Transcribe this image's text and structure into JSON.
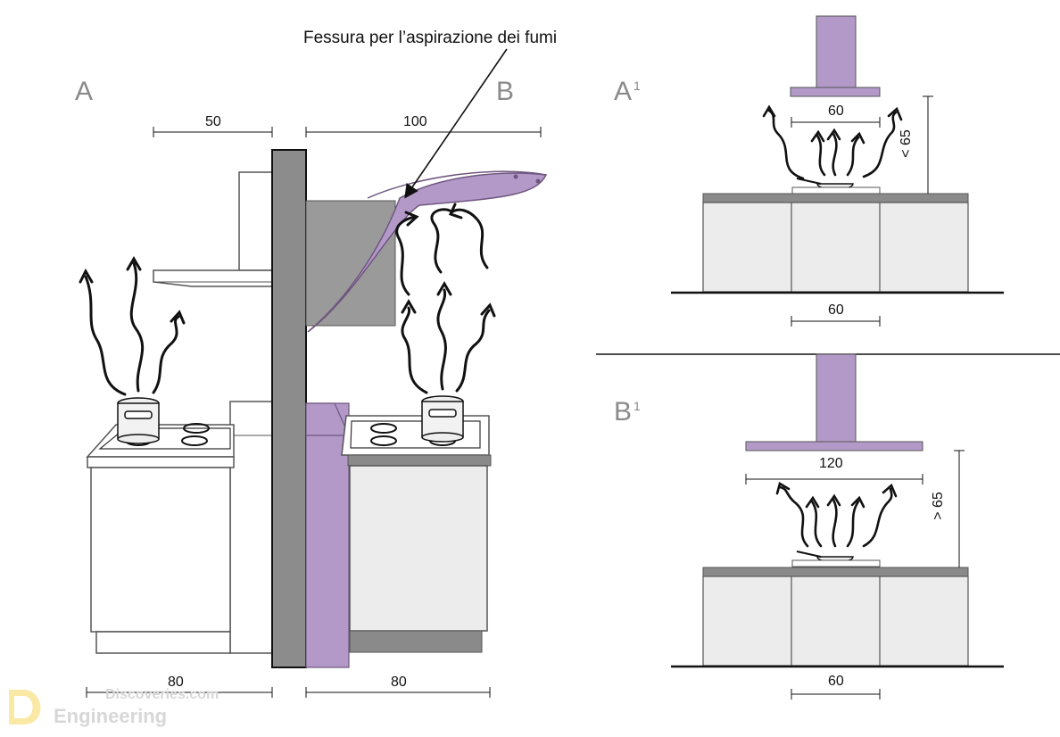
{
  "callout": "Fessura per l’aspirazione dei fumi",
  "sections": {
    "a": "A",
    "b": "B",
    "a1": "A",
    "a1_sup": "1",
    "b1": "B",
    "b1_sup": "1"
  },
  "dimensions": {
    "a_hood_depth": "50",
    "b_hood_depth": "100",
    "a_base_depth": "80",
    "b_base_depth": "80",
    "a1_hood_width": "60",
    "a1_height": "< 65",
    "a1_base_width": "60",
    "b1_hood_width": "120",
    "b1_height": "> 65",
    "b1_base_width": "60"
  },
  "watermark": {
    "line1": "Discoveries.com",
    "line2": "Engineering"
  },
  "colors": {
    "accent": "#b399c8",
    "accent_dark": "#6f567f",
    "wall": "#8c8c8c",
    "counter": "#8a8a8a",
    "cabinet": "#ececec",
    "line": "#111111"
  }
}
